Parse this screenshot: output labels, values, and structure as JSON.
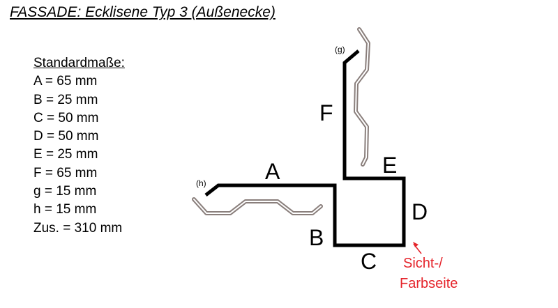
{
  "title": "FASSADE: Ecklisene Typ 3 (Außenecke)",
  "dimensions": {
    "heading": "Standardmaße:",
    "items": [
      "A = 65 mm",
      "B = 25 mm",
      "C = 50 mm",
      "D = 50 mm",
      "E = 25 mm",
      "F = 65 mm",
      "g = 15 mm",
      "h = 15 mm",
      "Zus. = 310 mm"
    ]
  },
  "diagram": {
    "labels": {
      "a": "A",
      "b": "B",
      "c": "C",
      "d": "D",
      "e": "E",
      "f": "F",
      "g": "(g)",
      "h": "(h)"
    },
    "visible_side": {
      "line1": "Sicht-/",
      "line2": "Farbseite"
    },
    "colors": {
      "profile": "#000000",
      "cladding": "#8a7f7c",
      "accent": "#e5242b"
    }
  }
}
